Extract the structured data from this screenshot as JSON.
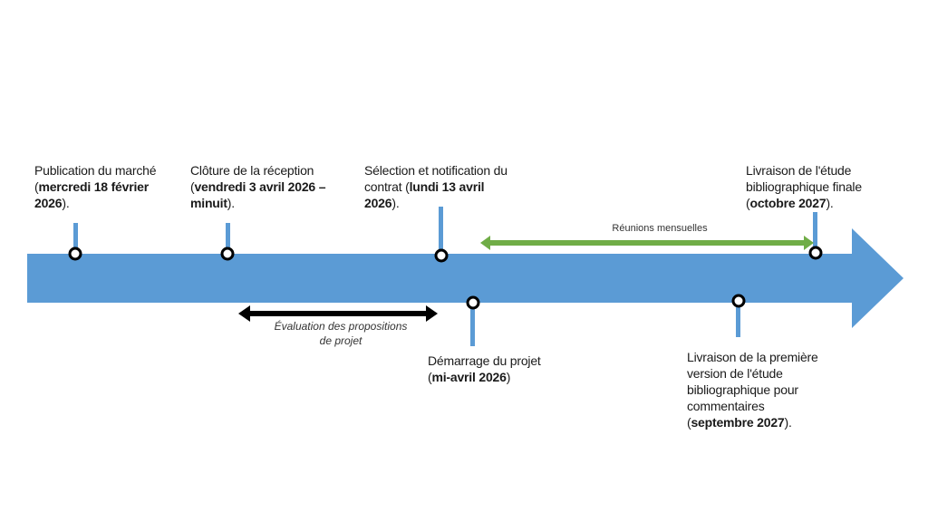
{
  "colors": {
    "timeline": "#5b9bd5",
    "meetings": "#70ad47",
    "evaluation": "#000000",
    "marker_fill": "#ffffff"
  },
  "milestones": [
    {
      "pre": "Publication du marché",
      "pre2": "(",
      "bold": "mercredi 18 février 2026",
      "post": ")."
    },
    {
      "pre": "Clôture de la réception",
      "pre2": "(",
      "bold": "vendredi 3 avril 2026 – minuit",
      "post": ")."
    },
    {
      "pre": "Sélection et notification du contrat (",
      "pre2": "",
      "bold": "lundi 13 avril 2026",
      "post": ")."
    },
    {
      "pre": "Démarrage du projet",
      "pre2": "(",
      "bold": "mi-avril 2026",
      "post": ")"
    },
    {
      "pre": "Livraison de la première version de l'étude bibliographique pour commentaires",
      "pre2": "(",
      "bold": "septembre 2027",
      "post": ")."
    },
    {
      "pre": "Livraison de l'étude bibliographique finale",
      "pre2": "(",
      "bold": "octobre 2027",
      "post": ")."
    }
  ],
  "periods": {
    "meetings": "Réunions mensuelles",
    "evaluation_line1": "Évaluation des propositions",
    "evaluation_line2": "de projet"
  }
}
